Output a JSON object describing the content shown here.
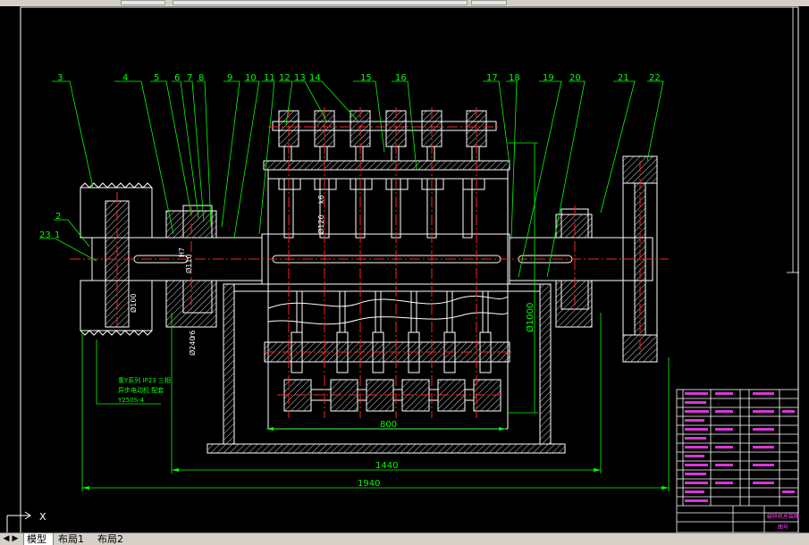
{
  "drawing": {
    "part_numbers": [
      "1",
      "2",
      "3",
      "4",
      "5",
      "6",
      "7",
      "8",
      "9",
      "10",
      "11",
      "12",
      "13",
      "14",
      "15",
      "16",
      "17",
      "18",
      "19",
      "20",
      "21",
      "22",
      "23"
    ],
    "dimensions": {
      "d1940": "1940",
      "d1440": "1440",
      "d800": "800",
      "d1000": "Ø1000",
      "d1000b": "Ø100",
      "d110": "Ø110",
      "d120": "Ø120",
      "d240": "Ø240",
      "fit_h7": "H7",
      "fit_k6": "k6",
      "fit_r6": "r6"
    },
    "motor_note": [
      "重Y系列 IP23 三相",
      "异步电动机 配套",
      "Y250S-4"
    ],
    "ucs_label": "X",
    "title_block_text": [
      "破碎机总装图",
      "图号"
    ]
  },
  "colors": {
    "background": "#000000",
    "outline": "#ffffff",
    "leader": "#00ff00",
    "centerline": "#ff2020",
    "hatch": "#ffffff",
    "table_text": "#ff40ff",
    "table_line": "#ffffff",
    "crosshair": "#ffffff"
  },
  "tabs": [
    {
      "label": "模型",
      "active": true
    },
    {
      "label": "布局1",
      "active": false
    },
    {
      "label": "布局2",
      "active": false
    }
  ],
  "nav_arrows": [
    "◀",
    "▶"
  ]
}
